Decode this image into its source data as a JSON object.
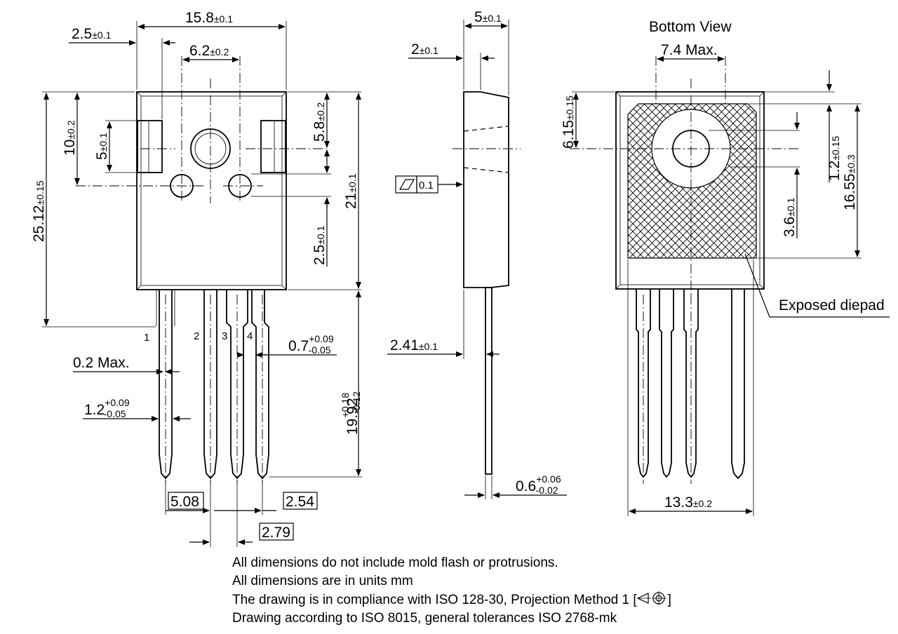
{
  "front": {
    "width": "15.8",
    "width_tol": "±0.1",
    "tab_offset": "2.5",
    "tab_offset_tol": "±0.1",
    "hole_spacing": "6.2",
    "hole_spacing_tol": "±0.2",
    "top_dim": "10",
    "top_dim_tol": "±0.2",
    "slot_h": "5",
    "slot_h_tol": "±0.1",
    "overall": "25.12",
    "overall_tol": "±0.15",
    "right_top": "5.8",
    "right_top_tol": "±0.2",
    "right_mid": "2.5",
    "right_mid_tol": "±0.1",
    "body_h": "21",
    "body_h_tol": "±0.1",
    "lead_len": "19.92",
    "lead_len_tol_up": "+0.18",
    "lead_len_tol_dn": "-0.12",
    "pins": [
      "1",
      "2",
      "3",
      "4"
    ],
    "lead_w": "0.7",
    "lead_w_tol_up": "+0.09",
    "lead_w_tol_dn": "-0.05",
    "max02": "0.2 Max.",
    "lead_wide": "1.2",
    "lead_wide_tol_up": "+0.09",
    "lead_wide_tol_dn": "-0.05",
    "pitch1": "5.08",
    "pitch2": "2.54",
    "pitch3": "2.79"
  },
  "side": {
    "thick": "5",
    "thick_tol": "±0.1",
    "tab_thick": "2",
    "tab_thick_tol": "±0.1",
    "flatness": "0.1",
    "lead_offset": "2.41",
    "lead_offset_tol": "±0.1",
    "lead_t": "0.6",
    "lead_t_tol_up": "+0.06",
    "lead_t_tol_dn": "-0.02"
  },
  "bottom": {
    "title": "Bottom View",
    "max74": "7.4 Max.",
    "d615": "6.15",
    "d615_tol": "±0.15",
    "d12": "1.2",
    "d12_tol": "±0.15",
    "d1655": "16.55",
    "d1655_tol": "±0.3",
    "d36": "3.6",
    "d36_tol": "±0.1",
    "exposed": "Exposed diepad",
    "width": "13.3",
    "width_tol": "±0.2"
  },
  "notes": {
    "line1": "All dimensions do not include mold flash or protrusions.",
    "line2": "All dimensions are in units mm",
    "line3": "The drawing is in compliance with ISO 128-30, Projection Method 1 [",
    "line3_end": "]",
    "line4": "Drawing according to ISO 8015, general tolerances ISO 2768-mk"
  }
}
